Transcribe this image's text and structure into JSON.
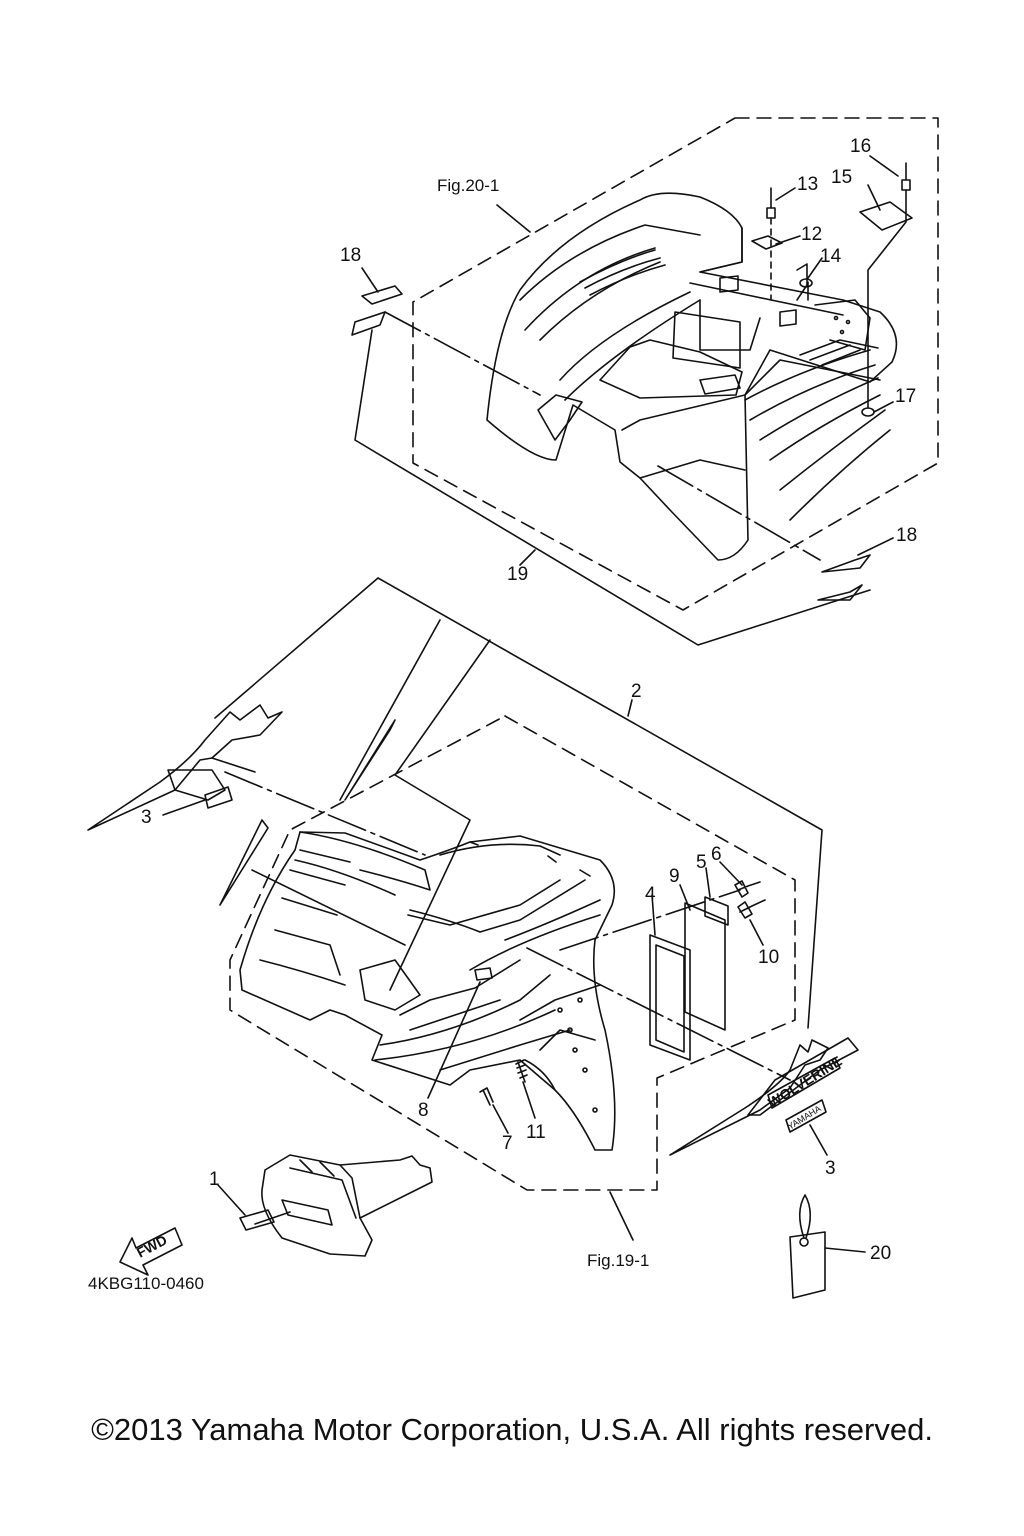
{
  "figure_refs": {
    "rear": "Fig.20-1",
    "front": "Fig.19-1"
  },
  "callouts": [
    "1",
    "2",
    "3",
    "3",
    "4",
    "5",
    "6",
    "7",
    "8",
    "9",
    "10",
    "11",
    "12",
    "13",
    "14",
    "15",
    "16",
    "17",
    "18",
    "18",
    "19",
    "20"
  ],
  "decals": {
    "wolverine": "WOLVERINE",
    "yamaha": "YAMAHA",
    "fwd": "FWD"
  },
  "diagram_code": "4KBG110-0460",
  "copyright": "©2013 Yamaha Motor Corporation, U.S.A. All rights reserved."
}
